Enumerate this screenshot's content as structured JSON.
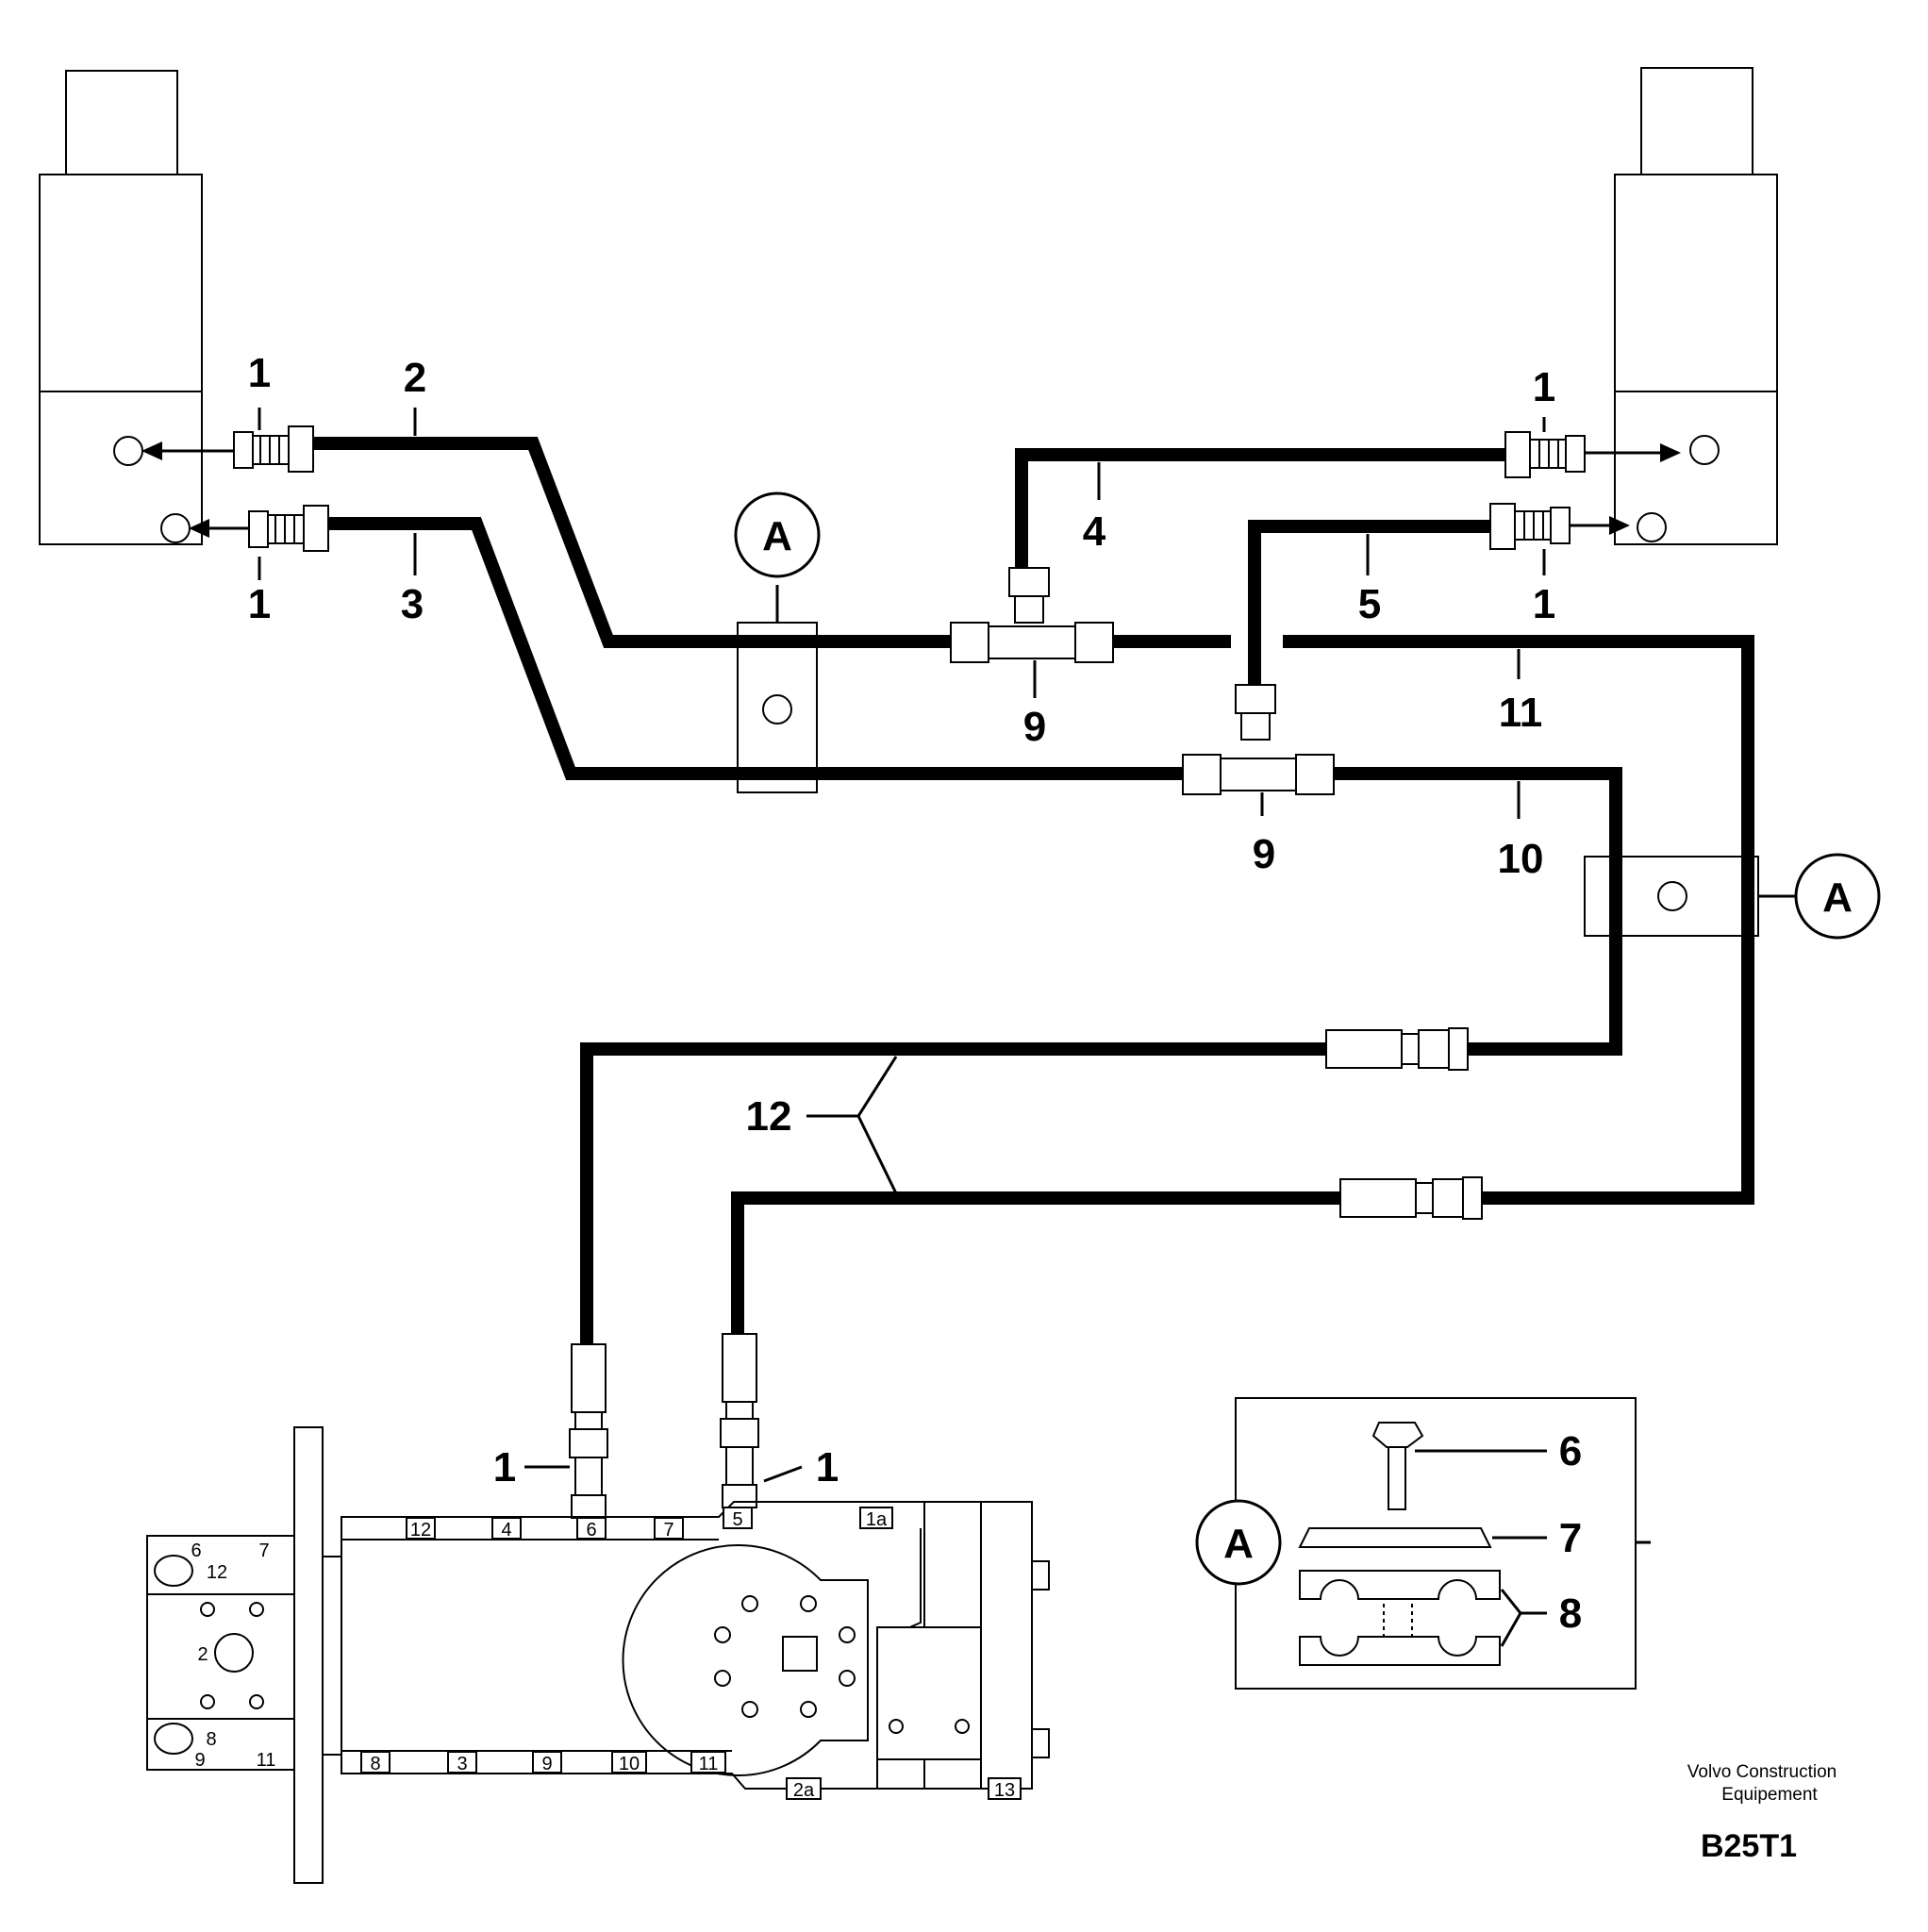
{
  "callouts": {
    "fitting_1": "1",
    "hose_2": "2",
    "hose_3": "3",
    "hose_4": "4",
    "hose_5": "5",
    "bolt_6": "6",
    "plate_7": "7",
    "clamp_8": "8",
    "tee_9": "9",
    "hose_10": "10",
    "hose_11": "11",
    "hose_12": "12"
  },
  "detail_marker": "A",
  "valve_ports": {
    "top": [
      "12",
      "4",
      "6",
      "7",
      "5",
      "1a"
    ],
    "bottom": [
      "8",
      "3",
      "9",
      "10",
      "11",
      "2a",
      "13"
    ],
    "side": [
      "6",
      "7",
      "12",
      "2",
      "8",
      "9",
      "11"
    ]
  },
  "footer": {
    "company_line1": "Volvo Construction",
    "company_line2": "Equipement",
    "code": "B25T1"
  },
  "colors": {
    "ink": "#000000",
    "paper": "#ffffff"
  }
}
